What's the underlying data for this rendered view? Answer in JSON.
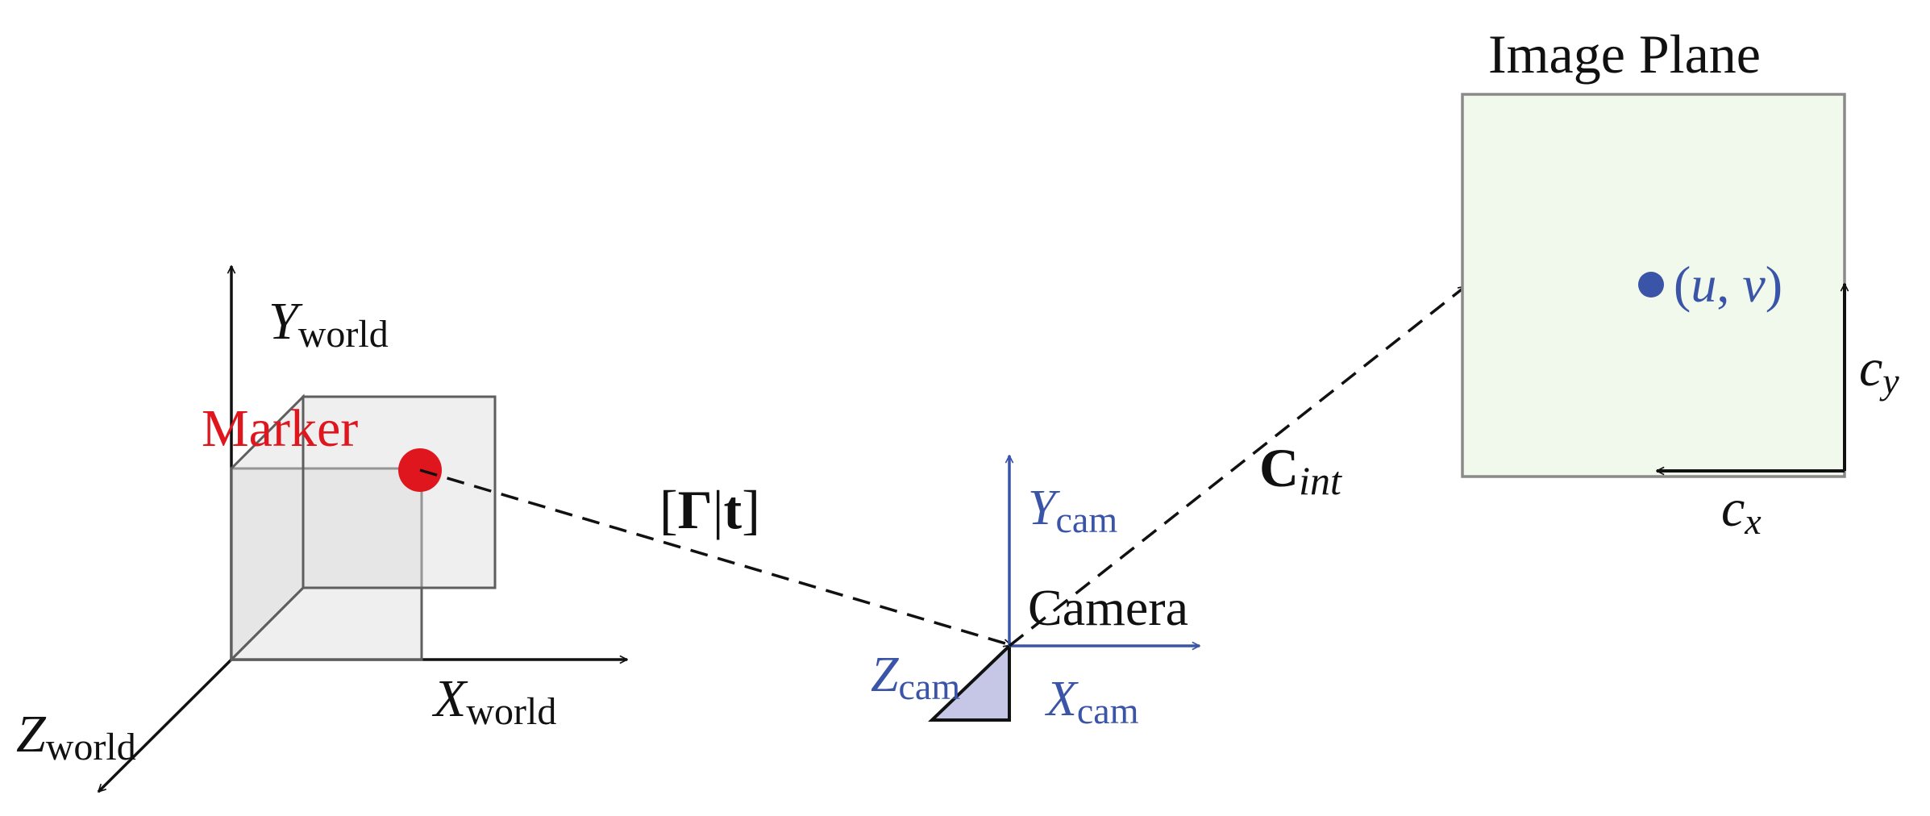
{
  "colors": {
    "axis_black": "#111111",
    "camera_blue": "#3a54a8",
    "marker_red": "#e0161e",
    "image_plane_fill": "#f1f8ec",
    "image_plane_stroke": "#8a8a8a",
    "cube_fill": "#dcdcdc",
    "cube_stroke": "#5e5e5e",
    "camera_triangle_fill": "#c6c6e6"
  },
  "icons": {
    "marker": "red-dot",
    "image_point": "blue-dot",
    "camera": "triangle"
  },
  "world": {
    "y_axis": {
      "sym": "Y",
      "sub": "world"
    },
    "x_axis": {
      "sym": "X",
      "sub": "world"
    },
    "z_axis": {
      "sym": "Z",
      "sub": "world"
    },
    "marker_label": "Marker"
  },
  "transform": {
    "left_bracket": "[",
    "gamma": "Γ",
    "bar": "|",
    "t": "t",
    "right_bracket": "]"
  },
  "camera": {
    "label": "Camera",
    "y_axis": {
      "sym": "Y",
      "sub": "cam"
    },
    "x_axis": {
      "sym": "X",
      "sub": "cam"
    },
    "z_axis": {
      "sym": "Z",
      "sub": "cam"
    }
  },
  "intrinsics": {
    "sym": "C",
    "sub": "int"
  },
  "image_plane": {
    "title": "Image Plane",
    "point": {
      "open": "(",
      "u": "u",
      "comma": ", ",
      "v": "v",
      "close": ")"
    },
    "cx": {
      "sym": "c",
      "sub": "x"
    },
    "cy": {
      "sym": "c",
      "sub": "y"
    }
  }
}
